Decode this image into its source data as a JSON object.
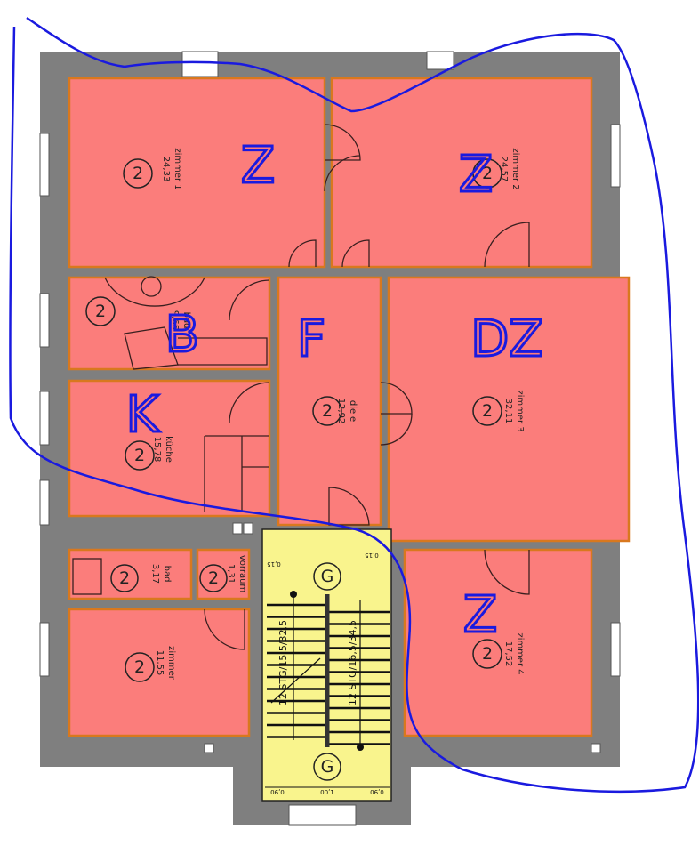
{
  "rooms": [
    {
      "id": "zimmer-1",
      "name": "zimmer 1",
      "area": "24,33",
      "marker": "2",
      "annotation": "Z"
    },
    {
      "id": "zimmer-2",
      "name": "zimmer 2",
      "area": "24,57",
      "marker": "2",
      "annotation": "Z"
    },
    {
      "id": "bad",
      "name": "bad",
      "area": "9,65",
      "marker": "2",
      "annotation": "B"
    },
    {
      "id": "kueche",
      "name": "küche",
      "area": "15,78",
      "marker": "2",
      "annotation": "K"
    },
    {
      "id": "diele",
      "name": "diele",
      "area": "12,92",
      "marker": "2",
      "annotation": "F"
    },
    {
      "id": "zimmer-3",
      "name": "zimmer 3",
      "area": "32,11",
      "marker": "2",
      "annotation": "DZ"
    },
    {
      "id": "bad-small",
      "name": "bad",
      "area": "3,17",
      "marker": "2"
    },
    {
      "id": "vorraum",
      "name": "vorraum",
      "area": "1,31",
      "marker": "2"
    },
    {
      "id": "zimmer",
      "name": "zimmer",
      "area": "11,55",
      "marker": "2"
    },
    {
      "id": "zimmer-4",
      "name": "zimmer 4",
      "area": "17,52",
      "marker": "2",
      "annotation": "Z"
    }
  ],
  "staircase": {
    "flight_left": "12 STG/15,5/32,5",
    "flight_right": "12 STG/16,5/34,5",
    "marker": "G",
    "dims_bottom": [
      "0,90",
      "1,00",
      "0,90"
    ],
    "dim_top": "0,15",
    "dim_top_left": "0,15"
  },
  "colors": {
    "room": "#fb7d7b",
    "stair": "#f9f48d",
    "wall": "#7f7f7f",
    "annotation": "#1a1adf"
  }
}
